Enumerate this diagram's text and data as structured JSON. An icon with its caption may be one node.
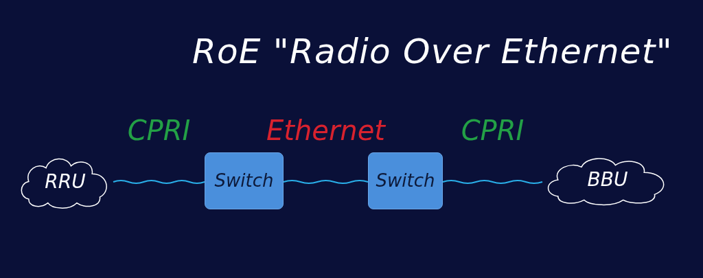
{
  "diagram": {
    "title": "RoE \"Radio Over Ethernet\"",
    "nodes": [
      {
        "text": [
          "RRU"
        ]
      },
      {
        "text": [
          "Switch"
        ]
      },
      {
        "text": [
          "Switch"
        ]
      },
      {
        "text": [
          "BBU"
        ]
      }
    ],
    "edges": [
      {
        "from": 0,
        "to": 1,
        "arrow": "none",
        "label": "CPRI"
      },
      {
        "from": 1,
        "to": 2,
        "arrow": "none",
        "label": "Ethernet"
      },
      {
        "from": 2,
        "to": 3,
        "arrow": "none",
        "label": "CPRI"
      }
    ]
  }
}
